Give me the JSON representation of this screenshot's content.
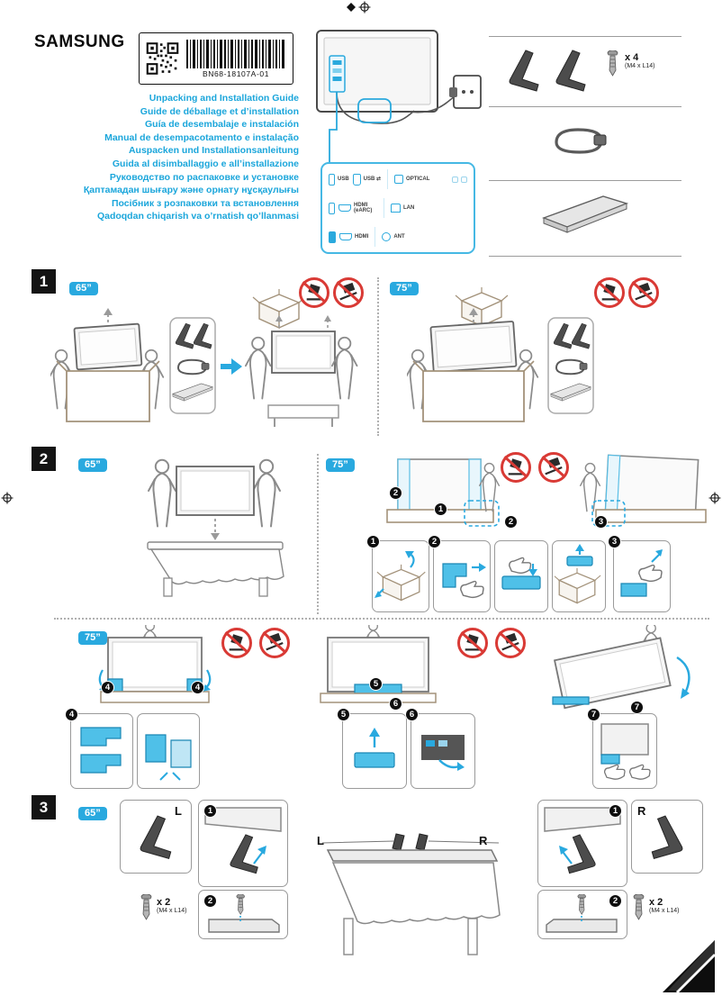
{
  "colors": {
    "accent_cyan": "#29a9df",
    "title_cyan": "#1ba6db",
    "prohibition_red": "#d93a35",
    "badge_black": "#141414"
  },
  "brand": {
    "logo_text": "SAMSUNG"
  },
  "label": {
    "part_number": "BN68-18107A-01"
  },
  "titles": [
    "Unpacking and Installation Guide",
    "Guide de déballage et d’installation",
    "Guía de desembalaje e instalación",
    "Manual de desempacotamento e instalação",
    "Auspacken und Installationsanleitung",
    "Guida al disimballaggio e all’installazione",
    "Руководство по распаковке и установке",
    "Қаптамадан шығару және орнату нұсқаулығы",
    "Посібник з розпаковки та встановлення",
    "Qadoqdan chiqarish va o’rnatish qo’llanmasi"
  ],
  "ports": {
    "r1c1": "USB",
    "r1c2": "USB ⇄",
    "r1c3": "OPTICAL",
    "r2c2": "HDMI (eARC)",
    "r2c3": "LAN",
    "r3c2": "HDMI",
    "r3c3": "ANT"
  },
  "accessories": {
    "feet_qty": "x 4",
    "feet_spec": "(M4 x L14)"
  },
  "sections": {
    "s1": {
      "num": "1"
    },
    "s2": {
      "num": "2"
    },
    "s3": {
      "num": "3"
    }
  },
  "sizes": {
    "s65": "65”",
    "s75": "75”"
  },
  "steps": {
    "n1": "1",
    "n2": "2",
    "n3": "3",
    "n4": "4",
    "n5": "5",
    "n6": "6",
    "n7": "7"
  },
  "assembly": {
    "left": "L",
    "right": "R",
    "screws_qty": "x 2",
    "screws_spec": "(M4 x L14)"
  }
}
